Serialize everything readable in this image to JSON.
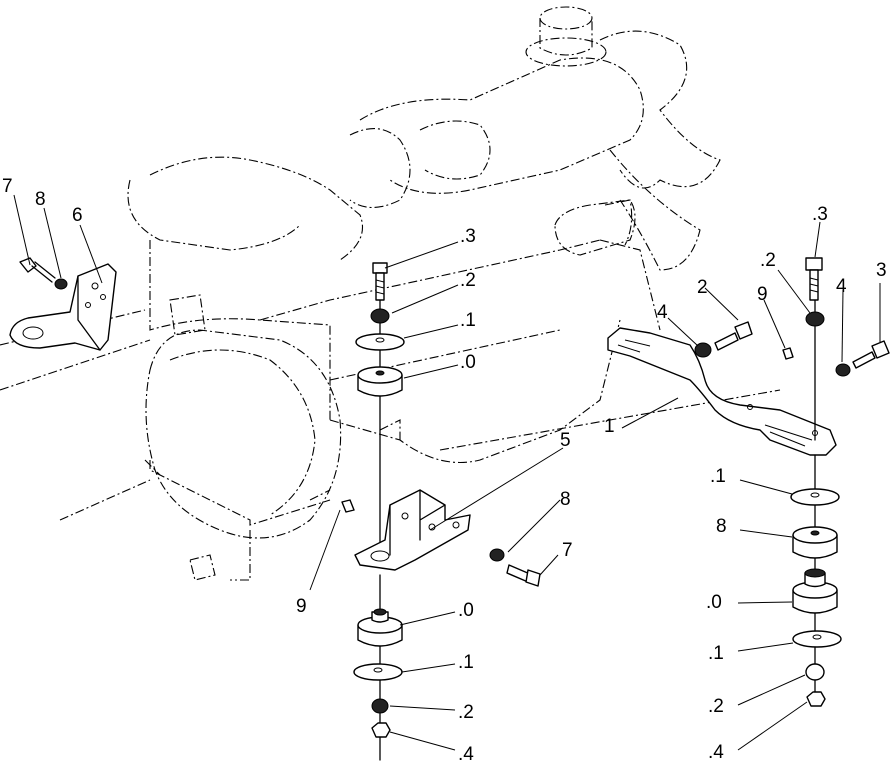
{
  "callouts": [
    {
      "id": "c-left-7",
      "text": "7"
    },
    {
      "id": "c-left-8",
      "text": "8"
    },
    {
      "id": "c-left-6",
      "text": "6"
    },
    {
      "id": "c-mid-3",
      "text": ".3"
    },
    {
      "id": "c-mid-2",
      "text": ".2"
    },
    {
      "id": "c-mid-1",
      "text": ".1"
    },
    {
      "id": "c-mid-0",
      "text": ".0"
    },
    {
      "id": "c-mid-5",
      "text": "5"
    },
    {
      "id": "c-mid-8",
      "text": "8"
    },
    {
      "id": "c-mid-7",
      "text": "7"
    },
    {
      "id": "c-mid-9",
      "text": "9"
    },
    {
      "id": "c-low-0",
      "text": ".0"
    },
    {
      "id": "c-low-1",
      "text": ".1"
    },
    {
      "id": "c-low-2",
      "text": ".2"
    },
    {
      "id": "c-low-4",
      "text": ".4"
    },
    {
      "id": "c-r-3a",
      "text": ".3"
    },
    {
      "id": "c-r-2a",
      "text": ".2"
    },
    {
      "id": "c-r-2b",
      "text": "2"
    },
    {
      "id": "c-r-9",
      "text": "9"
    },
    {
      "id": "c-r-4a",
      "text": "4"
    },
    {
      "id": "c-r-4b",
      "text": "4"
    },
    {
      "id": "c-r-3b",
      "text": "3"
    },
    {
      "id": "c-r-1",
      "text": "1"
    },
    {
      "id": "c-r-1a",
      "text": ".1"
    },
    {
      "id": "c-r-8",
      "text": "8"
    },
    {
      "id": "c-r-0",
      "text": ".0"
    },
    {
      "id": "c-r-1b",
      "text": ".1"
    },
    {
      "id": "c-r-2c",
      "text": ".2"
    },
    {
      "id": "c-r-4c",
      "text": ".4"
    }
  ]
}
